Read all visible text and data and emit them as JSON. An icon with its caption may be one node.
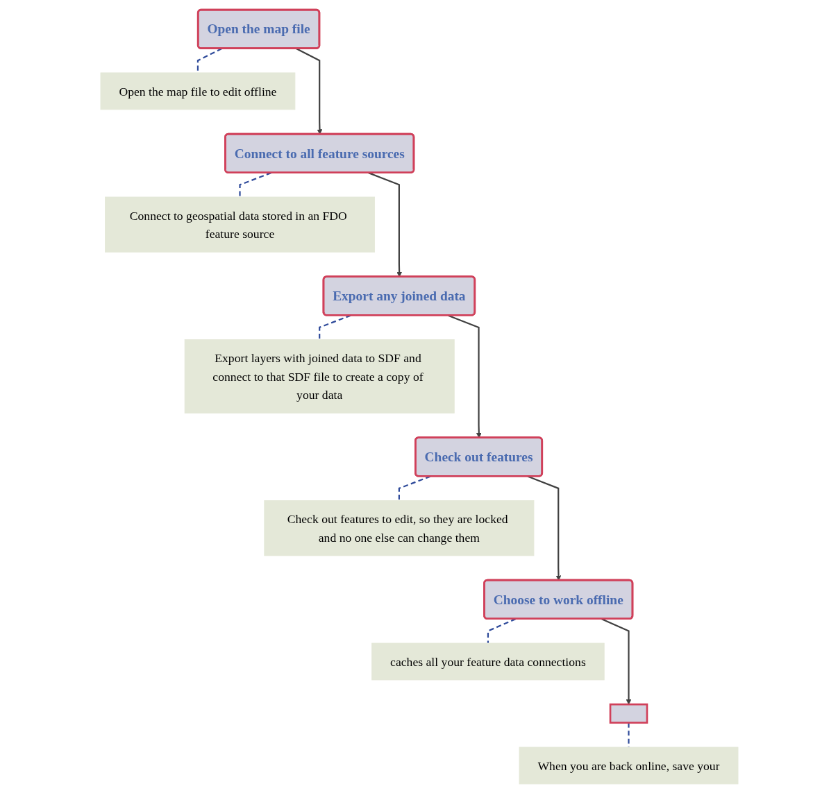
{
  "diagram": {
    "nodes": [
      {
        "text": [
          "Open the map file"
        ]
      },
      {
        "text": [
          "Open the map file to edit offline"
        ]
      },
      {
        "text": [
          "Connect to all feature sources"
        ]
      },
      {
        "text": [
          "Connect to geospatial data stored in an FDO feature source"
        ]
      },
      {
        "text": [
          "Export any joined data"
        ]
      },
      {
        "text": [
          "Export layers with joined data to SDF and connect to that SDF file to create a copy of your data"
        ]
      },
      {
        "text": [
          "Check out features"
        ]
      },
      {
        "text": [
          "Check out features to edit, so they are locked and no one else can change them"
        ]
      },
      {
        "text": [
          "Choose to work offline"
        ]
      },
      {
        "text": [
          "caches all your feature data connections"
        ]
      },
      {
        "text": [],
        "shape": "box"
      },
      {
        "text": [
          "When you are back online, save your"
        ]
      }
    ],
    "edges": [
      {
        "from": 0,
        "to": 1,
        "arrow": "none",
        "style": "dashed",
        "color": "#2e4a9a"
      },
      {
        "from": 0,
        "to": 2,
        "arrow": "to"
      },
      {
        "from": 2,
        "to": 3,
        "arrow": "none",
        "style": "dashed",
        "color": "#2e4a9a"
      },
      {
        "from": 2,
        "to": 4,
        "arrow": "to"
      },
      {
        "from": 4,
        "to": 5,
        "arrow": "none",
        "style": "dashed",
        "color": "#2e4a9a"
      },
      {
        "from": 4,
        "to": 6,
        "arrow": "to"
      },
      {
        "from": 6,
        "to": 7,
        "arrow": "none",
        "style": "dashed",
        "color": "#2e4a9a"
      },
      {
        "from": 6,
        "to": 8,
        "arrow": "to"
      },
      {
        "from": 8,
        "to": 9,
        "arrow": "none",
        "style": "dashed",
        "color": "#2e4a9a"
      },
      {
        "from": 8,
        "to": 10,
        "arrow": "to"
      },
      {
        "from": 10,
        "to": 11,
        "arrow": "none",
        "style": "dashed",
        "color": "#2e4a9a"
      }
    ]
  }
}
